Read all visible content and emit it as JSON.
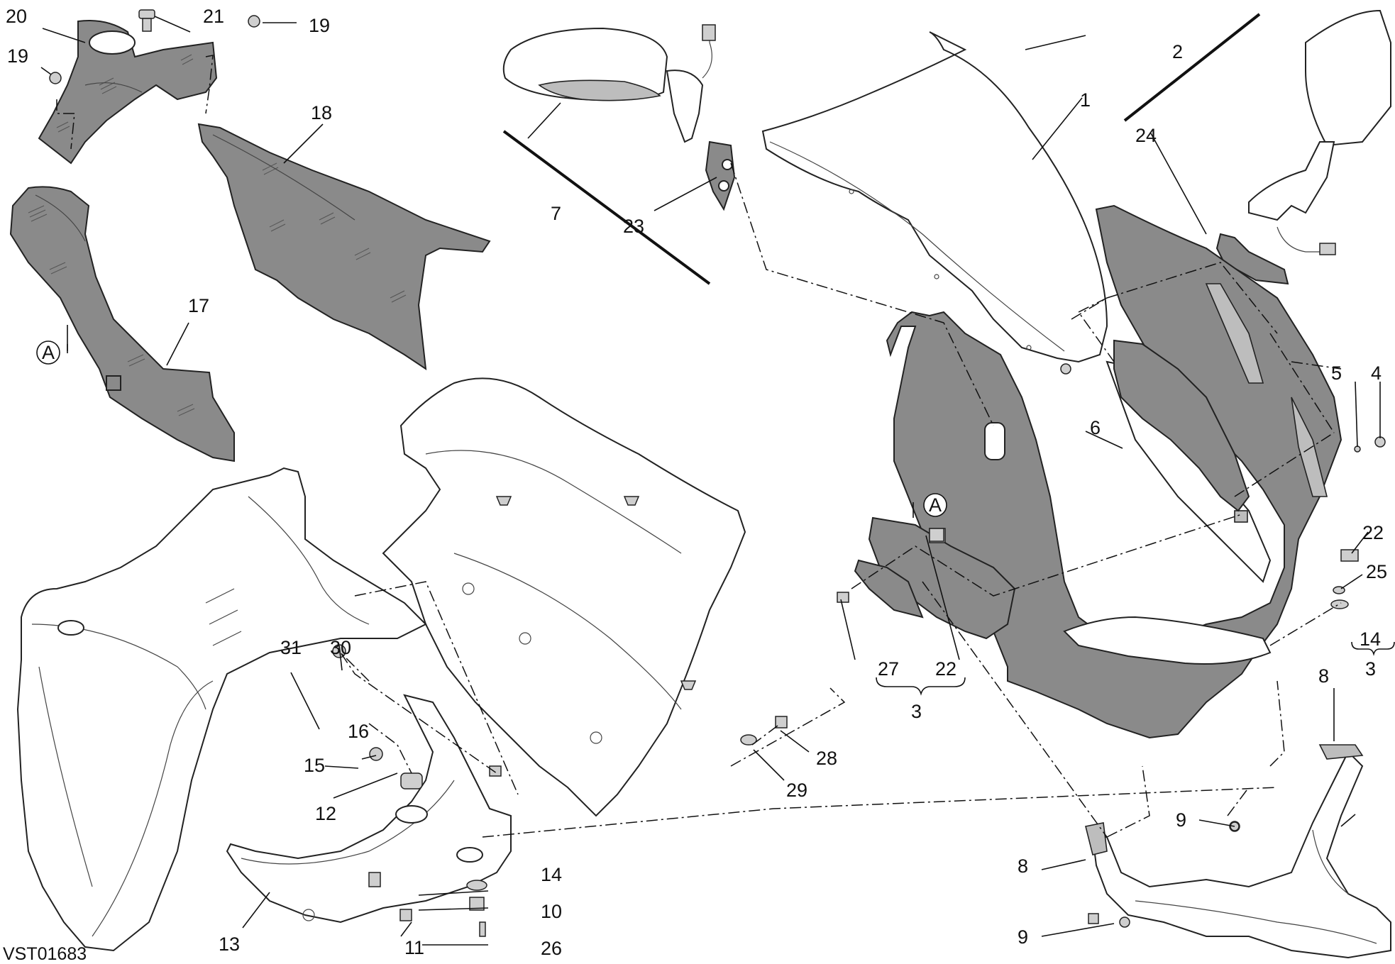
{
  "diagram": {
    "drawing_code": "VST01683",
    "view_marker": "A",
    "callouts": {
      "c1": "1",
      "c2": "2",
      "c3a": "3",
      "c3b": "3",
      "c4": "4",
      "c5": "5",
      "c6": "6",
      "c7": "7",
      "c8a": "8",
      "c8b": "8",
      "c9a": "9",
      "c9b": "9",
      "c10": "10",
      "c11": "11",
      "c12": "12",
      "c13": "13",
      "c14a": "14",
      "c14b": "14",
      "c15": "15",
      "c16": "16",
      "c17": "17",
      "c18": "18",
      "c19a": "19",
      "c19b": "19",
      "c20": "20",
      "c21": "21",
      "c22a": "22",
      "c22b": "22",
      "c23": "23",
      "c24": "24",
      "c25": "25",
      "c26": "26",
      "c27": "27",
      "c28": "28",
      "c29": "29",
      "c30": "30",
      "c31": "31"
    }
  }
}
